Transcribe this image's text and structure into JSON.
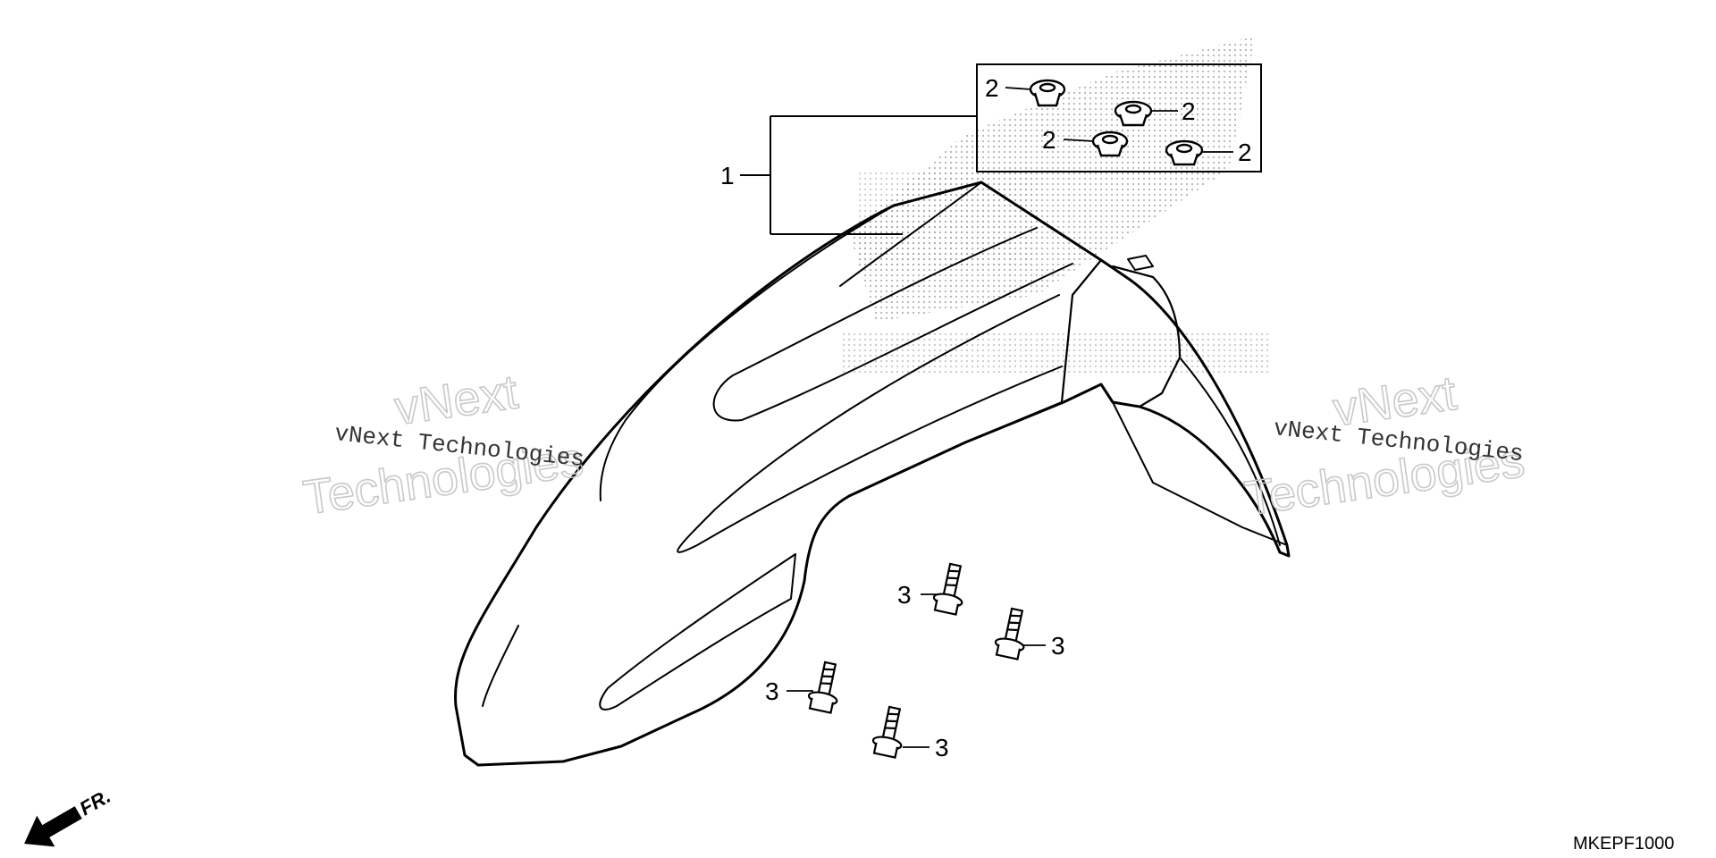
{
  "diagram": {
    "callouts": {
      "part1": "1",
      "part2": "2",
      "part3": "3"
    },
    "direction_label": "FR.",
    "drawing_code": "MKEPF1000",
    "watermark": {
      "line_small": "vNext Technologies",
      "line_big_1": "vNext",
      "line_big_2": "Technologies"
    },
    "colors": {
      "line": "#000000",
      "dots": "#9a9a9a",
      "watermark_outline": "#c9c9c9"
    }
  }
}
